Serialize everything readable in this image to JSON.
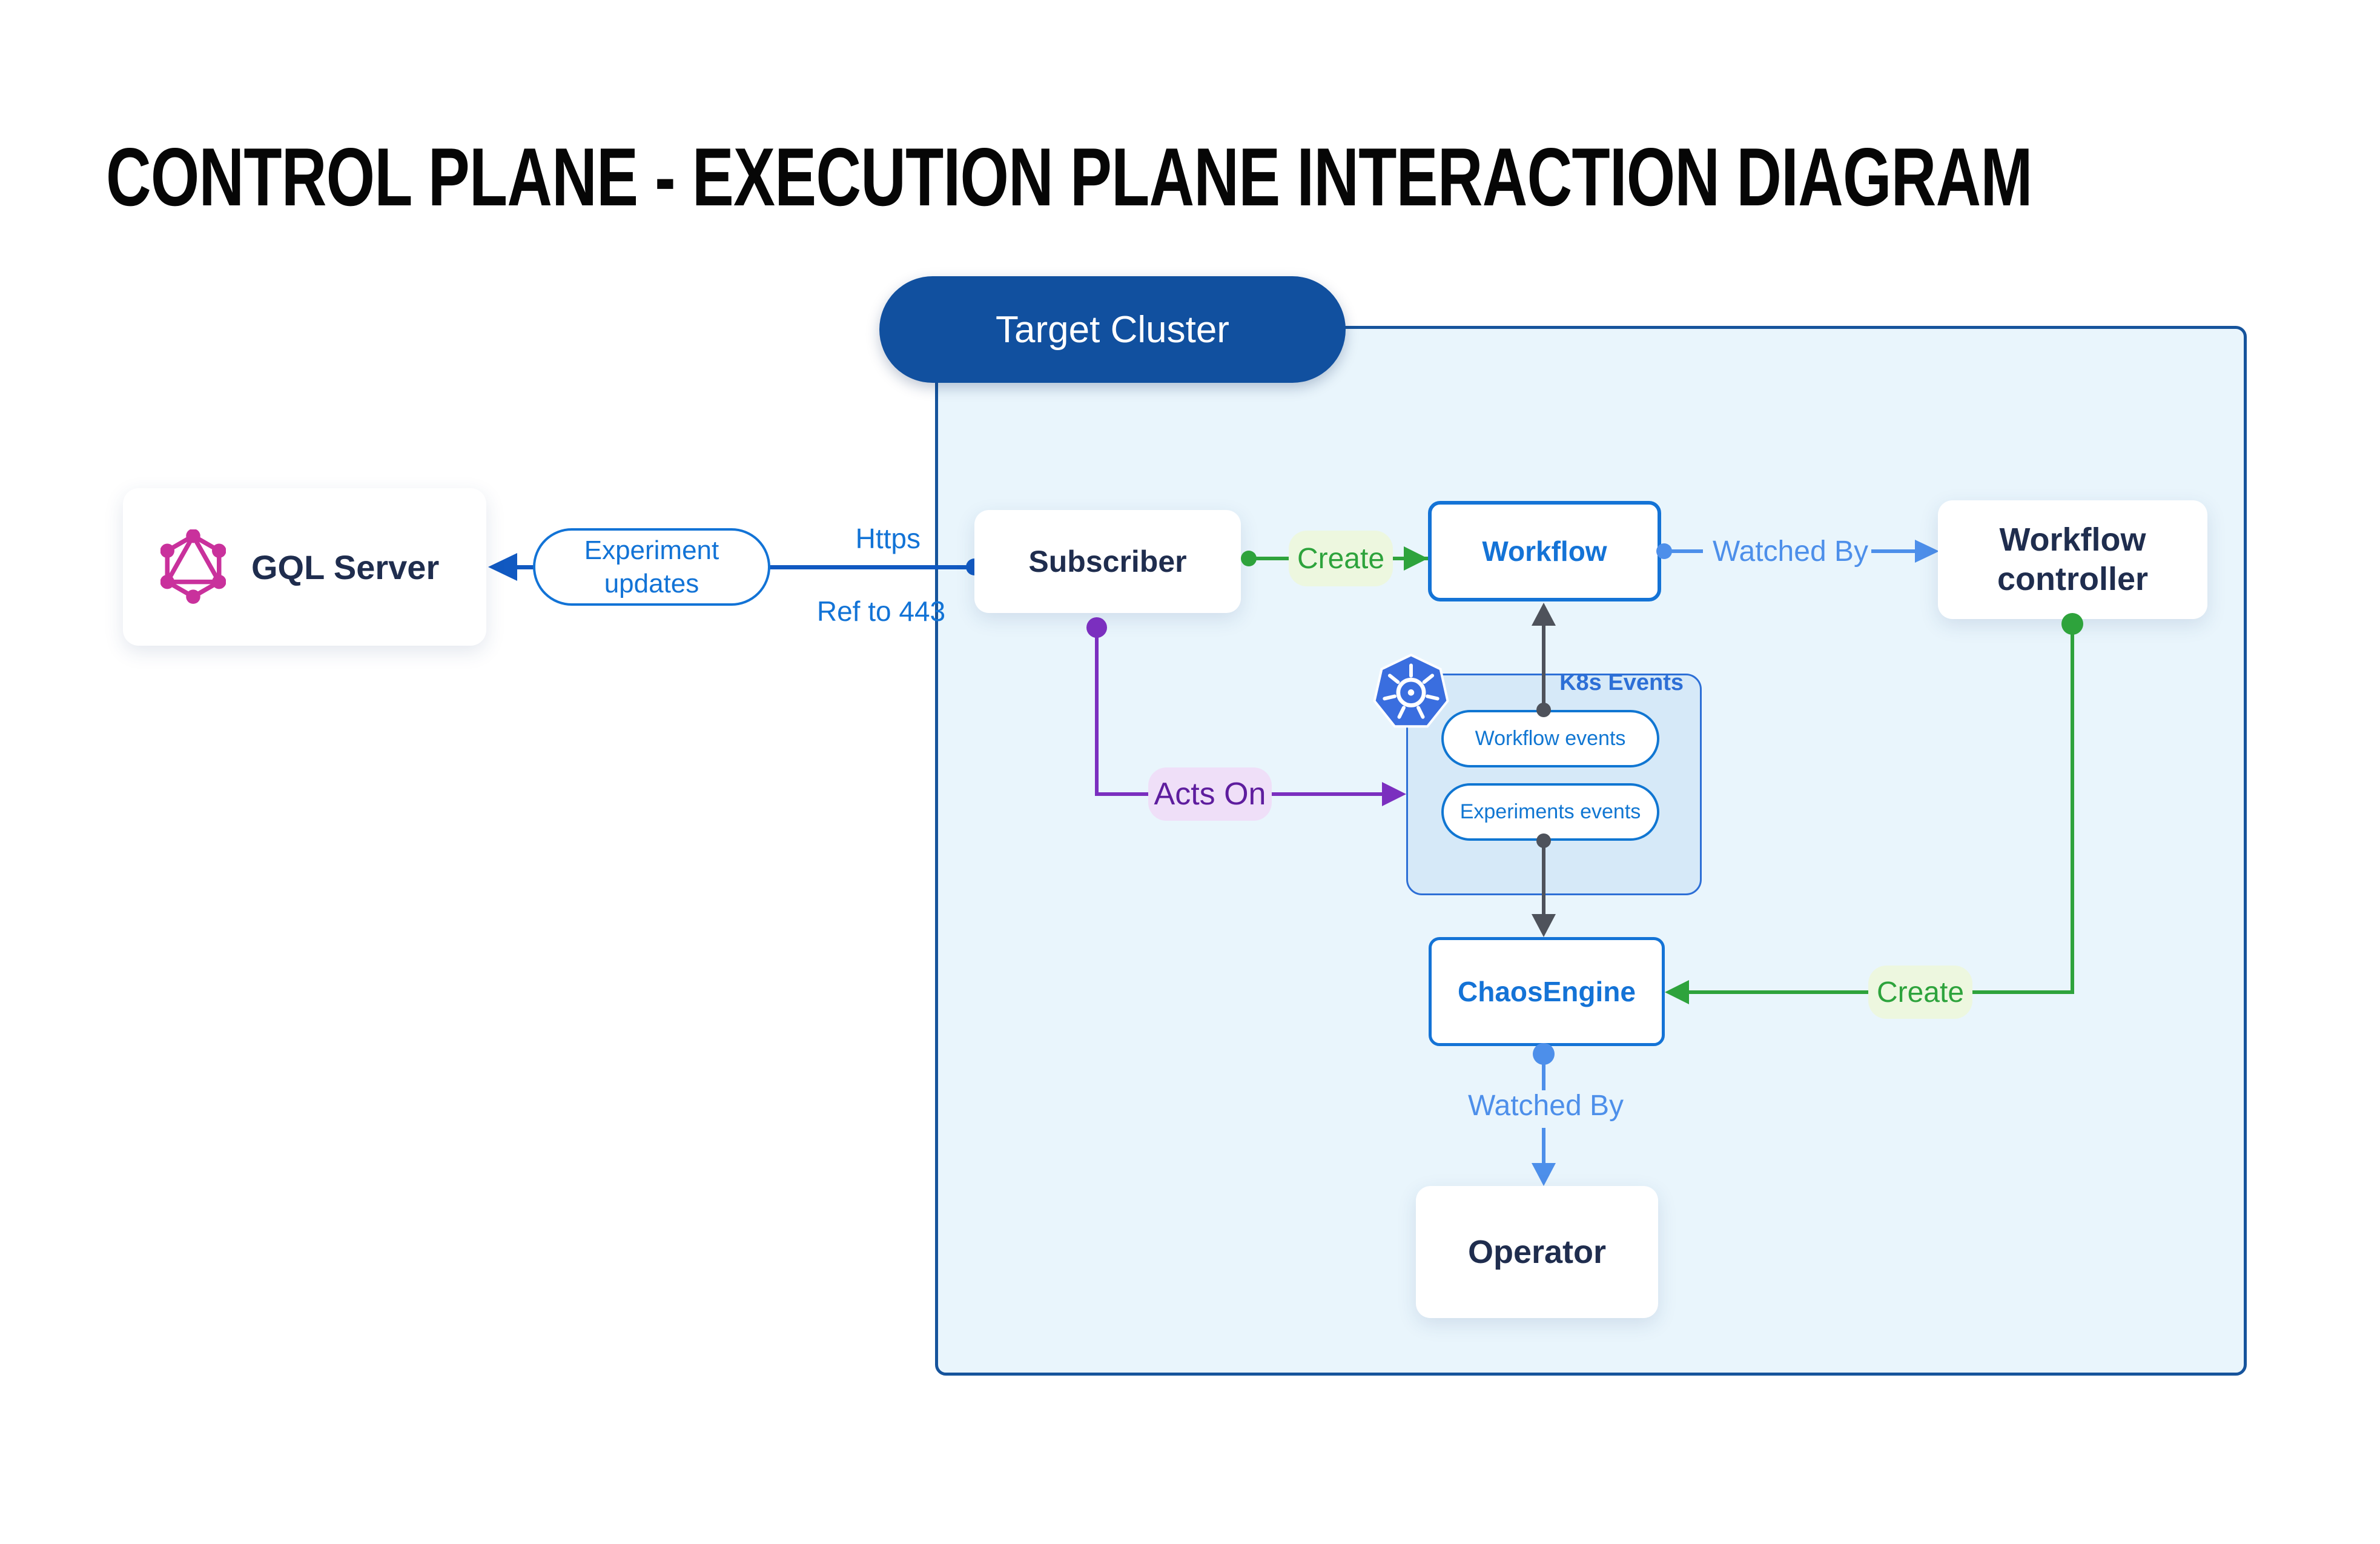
{
  "title": "CONTROL PLANE - EXECUTION PLANE INTERACTION DIAGRAM",
  "cluster": {
    "label": "Target Cluster"
  },
  "nodes": {
    "gql_server": "GQL Server",
    "subscriber": "Subscriber",
    "workflow": "Workflow",
    "workflow_controller": "Workflow controller",
    "chaos_engine": "ChaosEngine",
    "operator": "Operator"
  },
  "k8s_events": {
    "label": "K8s Events",
    "workflow_events": "Workflow events",
    "experiments_events": "Experiments events"
  },
  "edges": {
    "experiment_updates": "Experiment updates",
    "https": "Https",
    "ref_443": "Ref to 443",
    "create_workflow": "Create",
    "watched_by_workflow": "Watched By",
    "acts_on": "Acts On",
    "create_chaosengine": "Create",
    "watched_by_operator": "Watched By"
  },
  "icons": {
    "graphql": "graphql-icon",
    "kubernetes": "kubernetes-icon"
  },
  "colors": {
    "line_blue": "#1159C1",
    "box_blue": "#1473D6",
    "light_blue": "#4D8FEA",
    "navy": "#1F2D4E",
    "green": "#2EA33C",
    "green_bg": "#EDF7DF",
    "purple": "#7B2FBF",
    "purple_bg": "#EFDFF8",
    "gray_connector": "#4E525B",
    "cluster_bg": "#E9F5FC",
    "cluster_border": "#16549C",
    "target_pill_bg": "#11509F",
    "k8s_box_bg": "#D6E9F8",
    "k8s_accent": "#2D6FD6",
    "kubernetes_blue": "#3A6EDF",
    "graphql_pink": "#C9319C"
  }
}
